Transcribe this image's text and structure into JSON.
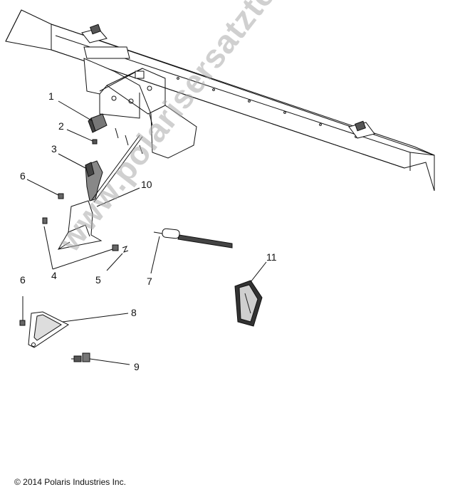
{
  "callouts": {
    "c1": "1",
    "c2": "2",
    "c3": "3",
    "c4": "4",
    "c5": "5",
    "c6a": "6",
    "c6b": "6",
    "c7": "7",
    "c8": "8",
    "c9": "9",
    "c10": "10",
    "c11": "11"
  },
  "copyright": "© 2014 Polaris Industries Inc.",
  "watermark": "www.polarisersatzteile.de"
}
